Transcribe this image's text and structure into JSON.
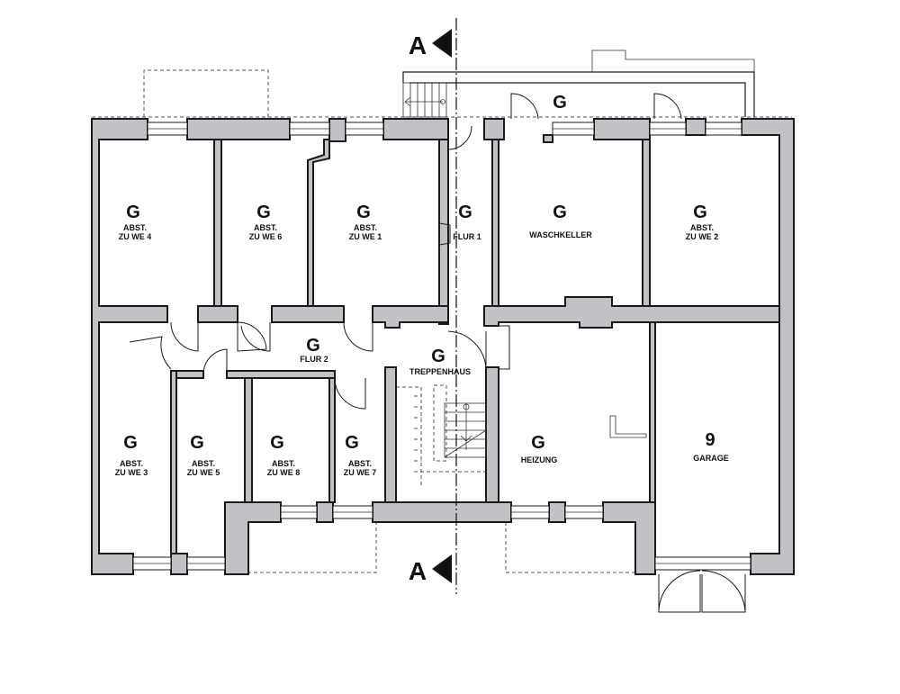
{
  "section": {
    "letter": "A"
  },
  "rooms": [
    {
      "id": "abst-we4",
      "code": "G",
      "line1": "ABST.",
      "line2": "ZU WE 4"
    },
    {
      "id": "abst-we6",
      "code": "G",
      "line1": "ABST.",
      "line2": "ZU WE 6"
    },
    {
      "id": "abst-we1",
      "code": "G",
      "line1": "ABST.",
      "line2": "ZU WE 1"
    },
    {
      "id": "flur1",
      "code": "G",
      "line1": "FLUR 1",
      "line2": ""
    },
    {
      "id": "waschkeller",
      "code": "G",
      "line1": "WASCHKELLER",
      "line2": ""
    },
    {
      "id": "abst-we2",
      "code": "G",
      "line1": "ABST.",
      "line2": "ZU WE 2"
    },
    {
      "id": "flur2",
      "code": "G",
      "line1": "FLUR 2",
      "line2": ""
    },
    {
      "id": "treppenhaus",
      "code": "G",
      "line1": "TREPPENHAUS",
      "line2": ""
    },
    {
      "id": "abst-we3",
      "code": "G",
      "line1": "ABST.",
      "line2": "ZU WE 3"
    },
    {
      "id": "abst-we5",
      "code": "G",
      "line1": "ABST.",
      "line2": "ZU WE 5"
    },
    {
      "id": "abst-we8",
      "code": "G",
      "line1": "ABST.",
      "line2": "ZU WE 8"
    },
    {
      "id": "abst-we7",
      "code": "G",
      "line1": "ABST.",
      "line2": "ZU WE 7"
    },
    {
      "id": "heizung",
      "code": "G",
      "line1": "HEIZUNG",
      "line2": ""
    },
    {
      "id": "garage",
      "code": "9",
      "line1": "GARAGE",
      "line2": ""
    }
  ],
  "outdoor": {
    "code": "G"
  }
}
